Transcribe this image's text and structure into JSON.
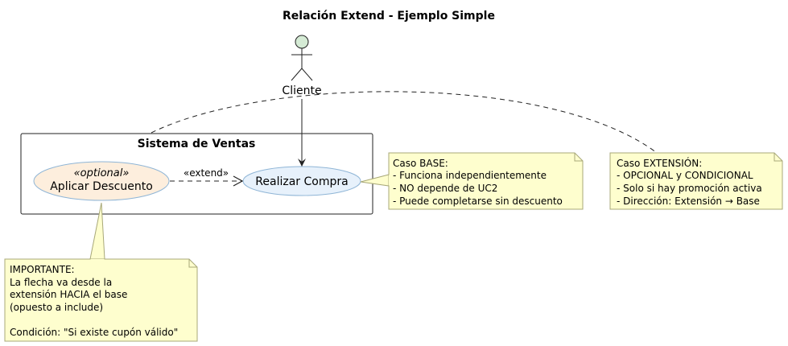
{
  "title": "Relación Extend - Ejemplo Simple",
  "actor": {
    "name": "Cliente"
  },
  "system": {
    "name": "Sistema de Ventas"
  },
  "use_cases": {
    "extension": {
      "stereotype": "«optional»",
      "name": "Aplicar Descuento"
    },
    "base": {
      "name": "Realizar Compra"
    }
  },
  "relation": {
    "label": "«extend»"
  },
  "notes": {
    "base": [
      "Caso BASE:",
      "- Funciona independientemente",
      "- NO depende de UC2",
      "- Puede completarse sin descuento"
    ],
    "extension": [
      "Caso EXTENSIÓN:",
      "- OPCIONAL y CONDICIONAL",
      "- Solo si hay promoción activa",
      "- Dirección: Extensión → Base"
    ],
    "important": [
      "IMPORTANTE:",
      "La flecha va desde la",
      "extensión HACIA el base",
      "(opuesto a include)",
      "",
      "Condición: \"Si existe cupón válido\""
    ]
  },
  "colors": {
    "actor_fill": "#d5ebd5",
    "extension_fill": "#fdeedd",
    "base_fill": "#e7f1fb",
    "ellipse_stroke": "#8fb5d6",
    "note_fill": "#fefece",
    "note_stroke": "#a8a878"
  }
}
